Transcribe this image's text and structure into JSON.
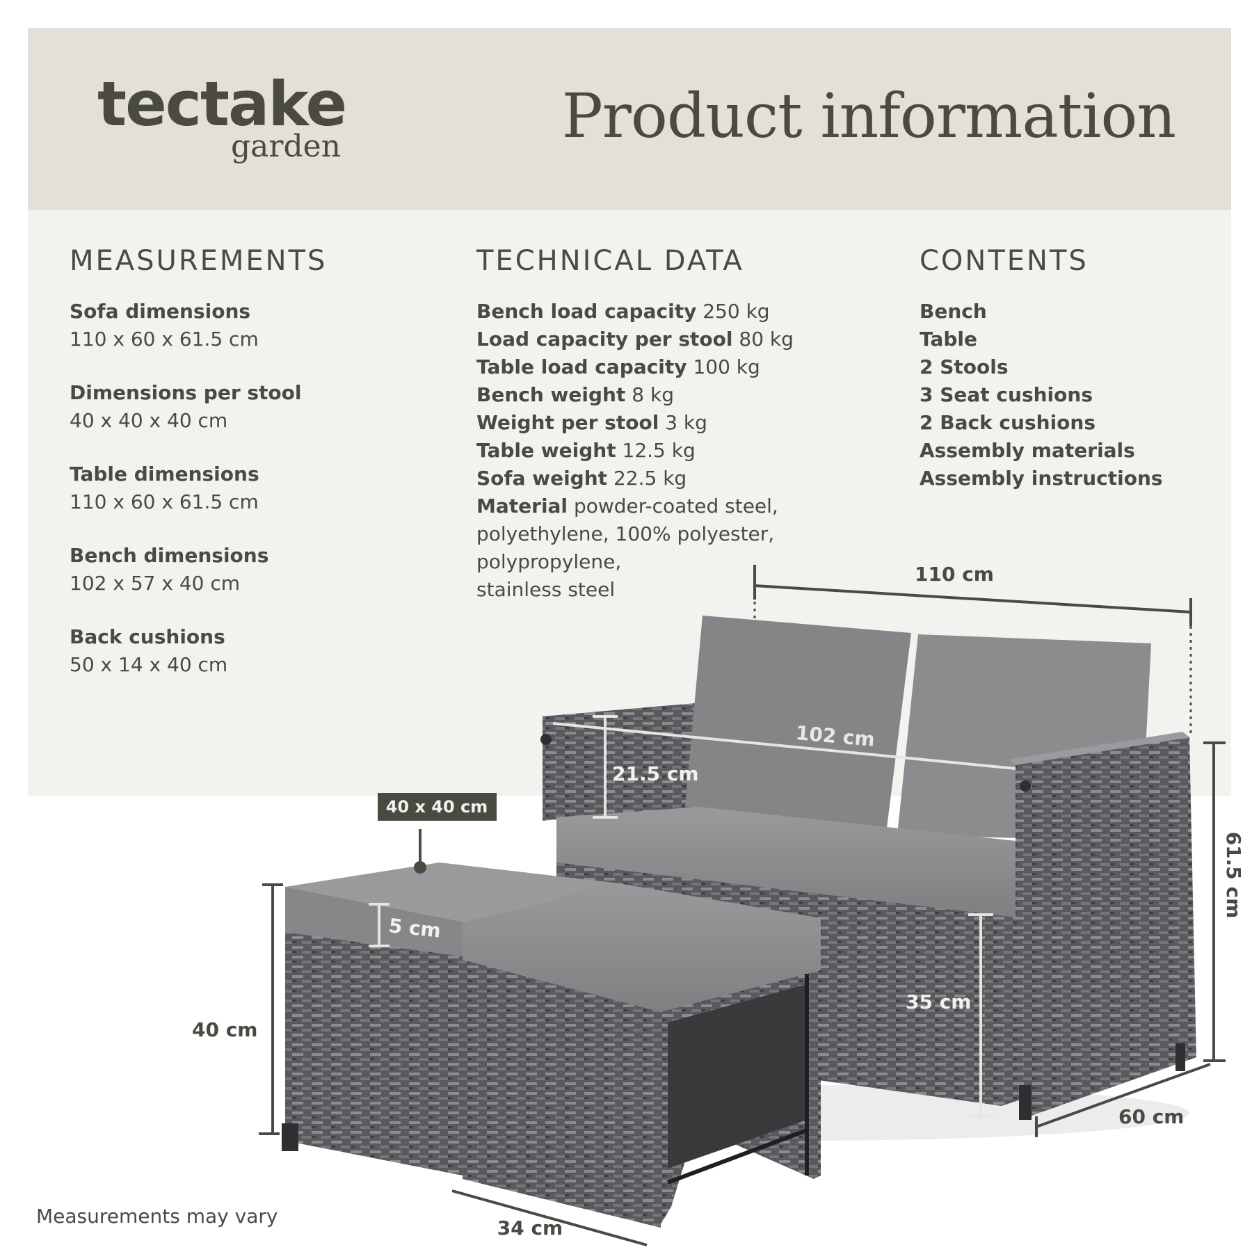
{
  "brand": {
    "name": "tectake",
    "sub": "garden"
  },
  "title": "Product information",
  "measurements": {
    "heading": "MEASUREMENTS",
    "items": [
      {
        "label": "Sofa dimensions",
        "value": "110 x 60 x 61.5 cm"
      },
      {
        "label": "Dimensions per stool",
        "value": "40 x 40 x 40 cm"
      },
      {
        "label": "Table dimensions",
        "value": "110 x 60 x 61.5 cm"
      },
      {
        "label": "Bench dimensions",
        "value": "102 x 57 x 40 cm"
      },
      {
        "label": "Back cushions",
        "value": "50 x 14 x 40 cm"
      }
    ]
  },
  "technical": {
    "heading": "TECHNICAL DATA",
    "items": [
      {
        "label": "Bench load capacity",
        "value": "250 kg"
      },
      {
        "label": "Load capacity per stool",
        "value": "80 kg"
      },
      {
        "label": "Table load capacity",
        "value": "100 kg"
      },
      {
        "label": "Bench weight",
        "value": "8 kg"
      },
      {
        "label": "Weight per stool",
        "value": "3 kg"
      },
      {
        "label": "Table weight",
        "value": "12.5 kg"
      },
      {
        "label": "Sofa weight",
        "value": "22.5 kg"
      }
    ],
    "material_label": "Material",
    "material_lines": [
      "powder-coated steel,",
      "polyethylene, 100% polyester,",
      "polypropylene,",
      "stainless steel"
    ]
  },
  "contents": {
    "heading": "CONTENTS",
    "items": [
      "Bench",
      "Table",
      "2 Stools",
      "3 Seat cushions",
      "2 Back cushions",
      "Assembly materials",
      "Assembly instructions"
    ]
  },
  "dimensions": {
    "width_sofa": "110 cm",
    "width_bench": "102 cm",
    "back_height": "21.5 cm",
    "stool_top": "40 x 40 cm",
    "cushion": "5 cm",
    "stool_height": "40 cm",
    "seat_height": "35 cm",
    "total_height": "61.5 cm",
    "depth": "60 cm",
    "stool_depth": "34 cm"
  },
  "footnote": "Measurements may vary",
  "colors": {
    "header_bg": "#e2e0d8",
    "panel_bg": "#f3f2ee",
    "text": "#4a4942",
    "cushion": "#8b8a8c",
    "rattan": "#5c5c60"
  }
}
